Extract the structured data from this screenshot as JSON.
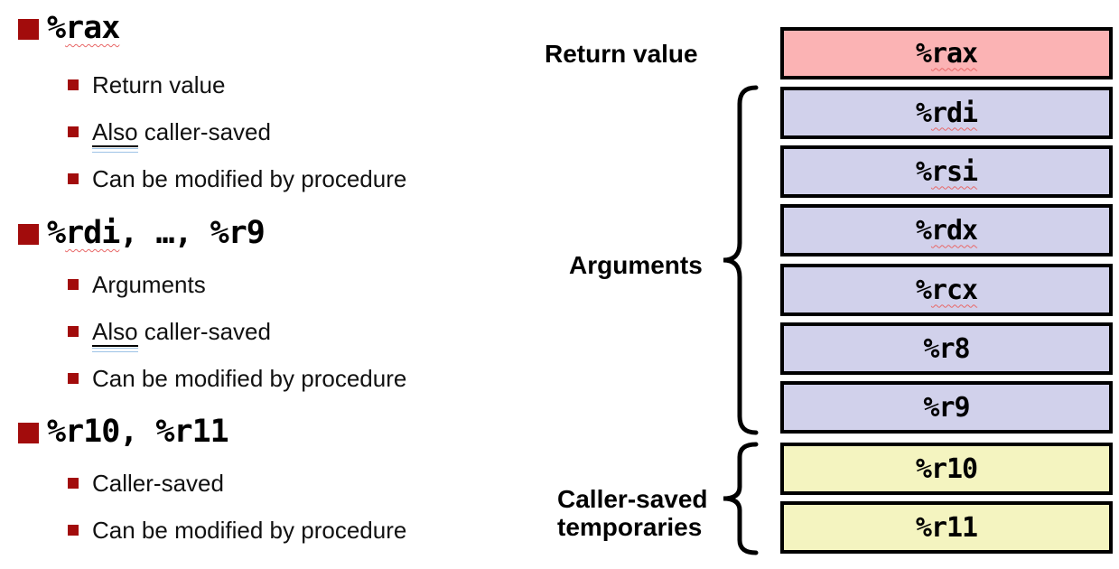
{
  "colors": {
    "pink": "#fbb3b4",
    "lavender": "#d1d1eb",
    "yellow": "#f4f4c0",
    "bullet_red": "#a20c0c",
    "squiggle_red": "#e86868",
    "grammar_blue": "#9dc3e6",
    "box_border": "#000000",
    "text": "#000000"
  },
  "bullets": [
    {
      "sigil": "%",
      "reg": "rax",
      "rest": "",
      "subs": [
        {
          "u": "",
          "text": "Return value"
        },
        {
          "u": "Also",
          "text": " caller-saved"
        },
        {
          "u": "",
          "text": "Can be modified by procedure"
        }
      ]
    },
    {
      "sigil": "%",
      "reg": "rdi",
      "rest": ", …, %r9",
      "subs": [
        {
          "u": "",
          "text": "Arguments"
        },
        {
          "u": "Also",
          "text": " caller-saved"
        },
        {
          "u": "",
          "text": "Can be modified by procedure"
        }
      ]
    },
    {
      "sigil": "",
      "reg": "",
      "rest": "%r10, %r11",
      "subs": [
        {
          "u": "",
          "text": "Caller-saved"
        },
        {
          "u": "",
          "text": "Can be modified by procedure"
        }
      ]
    }
  ],
  "diagram": {
    "labels": {
      "return_value": "Return value",
      "arguments": "Arguments",
      "caller_saved_line1": "Caller-saved",
      "caller_saved_line2": "temporaries"
    },
    "registers": [
      {
        "sigil": "%",
        "name": "rax",
        "group": "return-value"
      },
      {
        "sigil": "%",
        "name": "rdi",
        "group": "arguments"
      },
      {
        "sigil": "%",
        "name": "rsi",
        "group": "arguments"
      },
      {
        "sigil": "%",
        "name": "rdx",
        "group": "arguments"
      },
      {
        "sigil": "%",
        "name": "rcx",
        "group": "arguments"
      },
      {
        "sigil": "%",
        "name": "r8",
        "group": "arguments"
      },
      {
        "sigil": "%",
        "name": "r9",
        "group": "arguments"
      },
      {
        "sigil": "%",
        "name": "r10",
        "group": "caller-saved-temporaries"
      },
      {
        "sigil": "%",
        "name": "r11",
        "group": "caller-saved-temporaries"
      }
    ]
  }
}
